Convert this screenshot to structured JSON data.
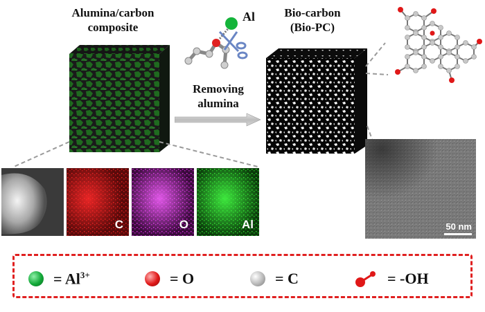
{
  "left_block": {
    "title_line1": "Alumina/carbon",
    "title_line2": "composite"
  },
  "right_block": {
    "title_line1": "Bio-carbon",
    "title_line2": "(Bio-PC)"
  },
  "arrow": {
    "line1": "Removing",
    "line2": "alumina"
  },
  "al_label": "Al",
  "panels": [
    {
      "label": "",
      "color": "#8a8a8a"
    },
    {
      "label": "C",
      "color": "#d01818"
    },
    {
      "label": "O",
      "color": "#c020c8"
    },
    {
      "label": "Al",
      "color": "#20c020"
    }
  ],
  "scale_bar": "50 nm",
  "legend": {
    "al": {
      "symbol": "= Al",
      "sup": "3+",
      "color": "#12a838"
    },
    "o": {
      "symbol": "= O",
      "color": "#e01818"
    },
    "c": {
      "symbol": "= C",
      "color": "#b8b8b8"
    },
    "oh": {
      "symbol": "= -OH",
      "color": "#e01818"
    }
  }
}
